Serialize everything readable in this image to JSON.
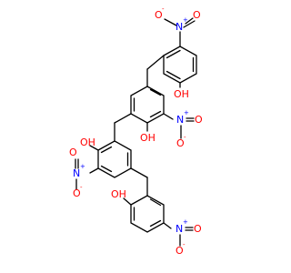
{
  "molecule": {
    "colors": {
      "bond": "#000000",
      "oxygen": "#ff0000",
      "nitrogen": "#0000ff"
    },
    "labels": {
      "oh_top": "OH",
      "oh_mid_right": "OH",
      "oh_mid_left": "OH",
      "oh_bottom": "OH",
      "nitro_top_n": "N",
      "nitro_top_o1": "O",
      "nitro_top_o2": "O",
      "nitro_midr_n": "N",
      "nitro_midr_o1": "O",
      "nitro_midr_o2": "O",
      "nitro_midl_n": "N",
      "nitro_midl_o1": "O",
      "nitro_midl_o2": "O",
      "nitro_bot_n": "N",
      "nitro_bot_o1": "O",
      "nitro_bot_o2": "O",
      "plus": "+",
      "minus": "-"
    }
  }
}
